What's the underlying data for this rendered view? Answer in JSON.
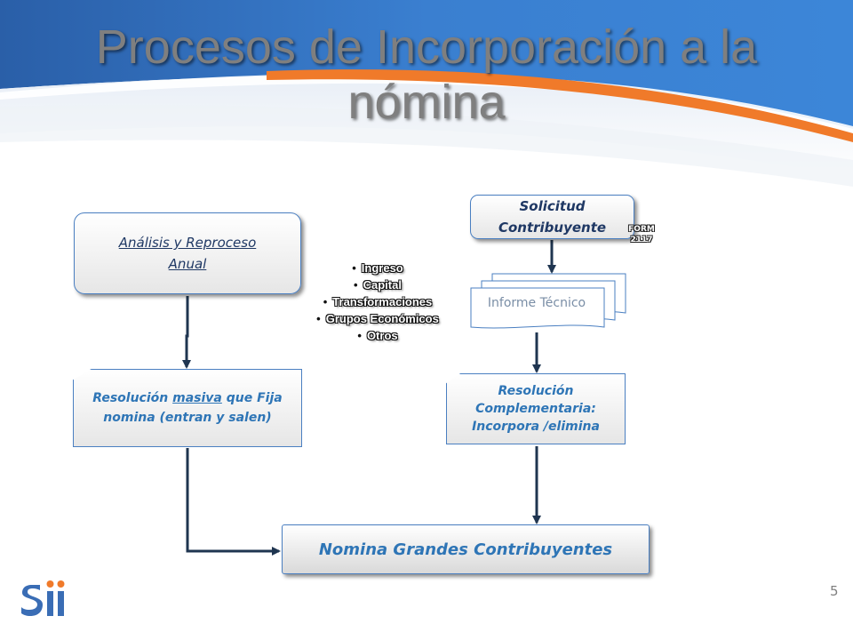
{
  "slide": {
    "title": "Procesos de Incorporación a la nómina",
    "page_number": "5",
    "colors": {
      "accent_orange": "#f07a2a",
      "header_blue": "#2f6fbe",
      "box_border": "#4a7fc1",
      "dark_text": "#1f3864",
      "blue_text": "#2e75b6",
      "arrow": "#1f3550"
    }
  },
  "flow": {
    "analisis": {
      "line1": "Análisis y Reproceso",
      "line2": "Anual"
    },
    "resolucion_masiva": {
      "prefix": "Resolución ",
      "emphasis": "masiva",
      "suffix": " que Fija nomina (entran y salen)"
    },
    "solicitud": {
      "line1": "Solicitud",
      "line2": "Contribuyente"
    },
    "form": {
      "line1": "FORM",
      "line2": "2117"
    },
    "informe": "Informe Técnico",
    "resolucion_complementaria": {
      "line1": "Resolución",
      "line2": "Complementaria:",
      "line3": "Incorpora /elimina"
    },
    "nomina": "Nomina Grandes Contribuyentes",
    "reasons": [
      "Ingreso",
      "Capital",
      "Transformaciones",
      "Grupos Económicos",
      "Otros"
    ]
  },
  "logo": {
    "icon": "sii-logo-icon"
  }
}
